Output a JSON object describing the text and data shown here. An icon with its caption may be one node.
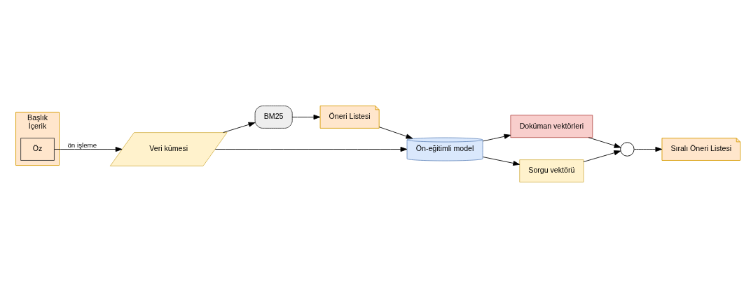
{
  "diagram": {
    "nodes": [
      {
        "text": [
          "Başlık",
          "İçerik"
        ]
      },
      {
        "text": [
          "Öz"
        ],
        "in": 0
      },
      {
        "text": [
          "Veri kümesi"
        ]
      },
      {
        "text": [
          "BM25"
        ]
      },
      {
        "text": [
          "Öneri Listesi"
        ]
      },
      {
        "text": [
          "Ön-eğitimli model"
        ]
      },
      {
        "text": [
          "Doküman vektörleri"
        ]
      },
      {
        "text": [
          "Sorgu vektörü"
        ]
      },
      {
        "text": [],
        "shape": "circle"
      },
      {
        "text": [
          "Sıralı Öneri Listesi"
        ]
      }
    ],
    "edges": [
      {
        "from": 1,
        "to": 2,
        "arrow": "to",
        "label": "ön işleme"
      },
      {
        "from": 2,
        "to": 3,
        "arrow": "to"
      },
      {
        "from": 3,
        "to": 4,
        "arrow": "to"
      },
      {
        "from": 4,
        "to": 5,
        "arrow": "to"
      },
      {
        "from": 2,
        "to": 5,
        "arrow": "to"
      },
      {
        "from": 5,
        "to": 7,
        "arrow": "to"
      },
      {
        "from": 5,
        "to": 6,
        "arrow": "to"
      },
      {
        "from": 6,
        "to": 8,
        "arrow": "to"
      },
      {
        "from": 7,
        "to": 8,
        "arrow": "to"
      },
      {
        "from": 8,
        "to": 9,
        "arrow": "to"
      }
    ]
  }
}
